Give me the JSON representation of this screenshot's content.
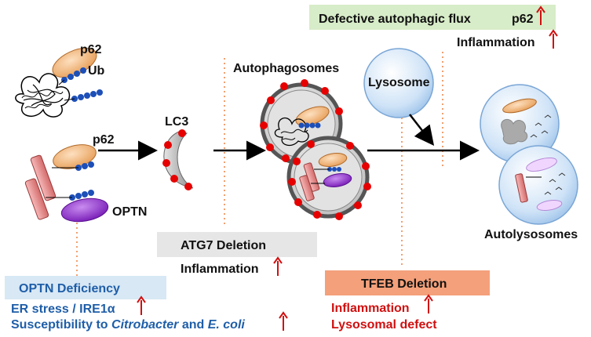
{
  "labels": {
    "p62_top": "p62",
    "ub": "Ub",
    "p62_mid": "p62",
    "optn": "OPTN",
    "lc3": "LC3",
    "autophagosomes": "Autophagosomes",
    "lysosome": "Lysosome",
    "autolysosomes": "Autolysosomes"
  },
  "defective_box": {
    "title": "Defective autophagic flux",
    "p62": "p62",
    "inflammation": "Inflammation"
  },
  "atg7_box": {
    "title": "ATG7 Deletion",
    "inflammation": "Inflammation"
  },
  "tfeb_box": {
    "title": "TFEB Deletion",
    "inflammation": "Inflammation",
    "defect": "Lysosomal defect"
  },
  "optn_box": {
    "title": "OPTN Deficiency",
    "er_stress": "ER stress / IRE1α",
    "susc_prefix": "Susceptibility to ",
    "susc_italic1": "Citrobacter",
    "susc_and": " and ",
    "susc_italic2": "E. coli"
  },
  "colors": {
    "blue_text": "#1f5ea8",
    "red_text": "#d01010",
    "green_box": "#d7ecc8",
    "orange_box": "#f4a07a",
    "blue_box": "#d8e8f5",
    "gray_box": "#e6e6e6"
  }
}
